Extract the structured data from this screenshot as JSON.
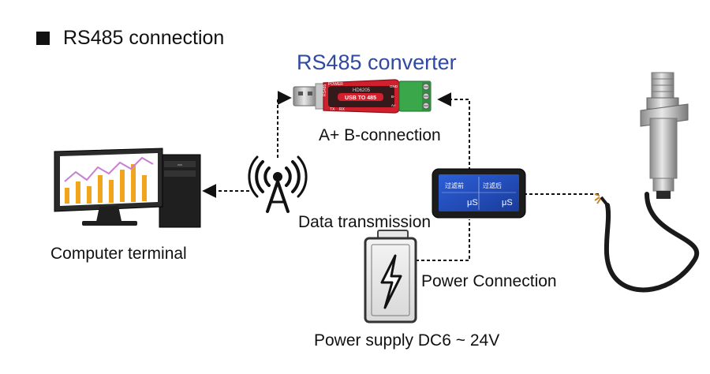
{
  "heading": {
    "text": "RS485 connection"
  },
  "converter": {
    "title": "RS485 converter",
    "label_power": "POWER",
    "label_model": "HD6205",
    "label_usb": "USB TO 485",
    "label_side": "RS485",
    "label_tx": "TX",
    "label_rx": "RX",
    "label_gnd": "GND",
    "label_b": "B-",
    "label_a": "A+"
  },
  "labels": {
    "ab_connection": "A+ B-connection",
    "data_transmission": "Data transmission",
    "computer_terminal": "Computer terminal",
    "power_connection": "Power Connection",
    "power_supply": "Power supply DC6 ~ 24V"
  },
  "display": {
    "left_top": "过滤前",
    "right_top": "过滤后",
    "left_unit": "μS",
    "right_unit": "μS"
  },
  "colors": {
    "title_blue": "#2f4a9e",
    "converter_red": "#d1202d",
    "terminal_green": "#3aa84a",
    "display_blue": "#3559c7",
    "bar_orange": "#f0a51c",
    "line_purple": "#c77fd0"
  }
}
